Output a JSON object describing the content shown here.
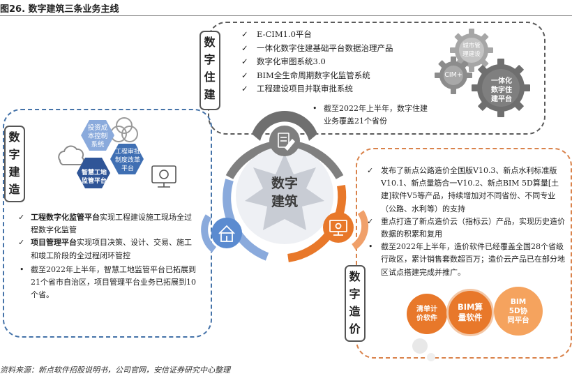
{
  "figure": {
    "title": "图26. 数字建筑三条业务主线",
    "source": "资料来源：新点软件招股说明书，公司官网，安信证券研究中心整理"
  },
  "hub": {
    "line1": "数字",
    "line2": "建筑"
  },
  "top_section": {
    "label_chars": [
      "数",
      "字",
      "住",
      "建"
    ],
    "items": [
      "E-CIM1.0平台",
      "一体化数字住建基础平台数据治理产品",
      "数字化审图系统3.0",
      "BIM全生命周期数字化监管系统",
      "工程建设项目并联审批系统"
    ],
    "note": [
      "截至2022年上半年，数字住建",
      "业务覆盖21个省份"
    ],
    "gears": {
      "small": [
        "城市管",
        "理建设"
      ],
      "mid": "CIM+",
      "big": [
        "一体化",
        "数字住",
        "建平台"
      ]
    }
  },
  "left_section": {
    "label_chars": [
      "数",
      "字",
      "建",
      "造"
    ],
    "hexes": {
      "top": [
        "投资成",
        "本控制",
        "系统"
      ],
      "right": [
        "工程审批",
        "制度改革",
        "平台"
      ],
      "bottom": [
        "智慧工地",
        "监管平台"
      ]
    },
    "items": [
      {
        "bold": "工程数字化监管平台",
        "text": "实现工程建设施工现场全过程数字化监管"
      },
      {
        "bold": "项目管理平台",
        "text": "实现项目决策、设计、交易、施工和竣工阶段的全过程闭环管控"
      }
    ],
    "note": "截至2022年上半年，智慧工地监管平台已拓展到21个省市自治区，项目管理平台业务已拓展到10个省。"
  },
  "right_section": {
    "label_chars": [
      "数",
      "字",
      "造",
      "价"
    ],
    "items": [
      {
        "bold": "",
        "text": "发布了新点公路造价全国版V10.3、新点水利标准版V10.1、新点量筋合一V10.2、新点BIM 5D算量[土建]软件V5等产品，持续增加对不同省份、不同专业（公路、水利等）的支持"
      },
      {
        "bold": "",
        "text": "重点打造了新点造价云（指标云）产品，实现历史造价数据的积累和复用"
      }
    ],
    "note": "截至2022年上半年，造价软件已经覆盖全国28个省级行政区，累计销售套数超百万；造价云产品已在部分地区试点搭建完成并推广。",
    "circles": {
      "c1": [
        "清单计",
        "价软件"
      ],
      "c2": [
        "BIM算",
        "量软件"
      ],
      "c3": [
        "BIM",
        "5D协",
        "同平台"
      ]
    }
  },
  "colors": {
    "blue": "#3f6fb3",
    "light_blue": "#8aaadc",
    "orange": "#e8782a",
    "grey": "#7f7f7f",
    "dark_blue": "#2f5597"
  }
}
